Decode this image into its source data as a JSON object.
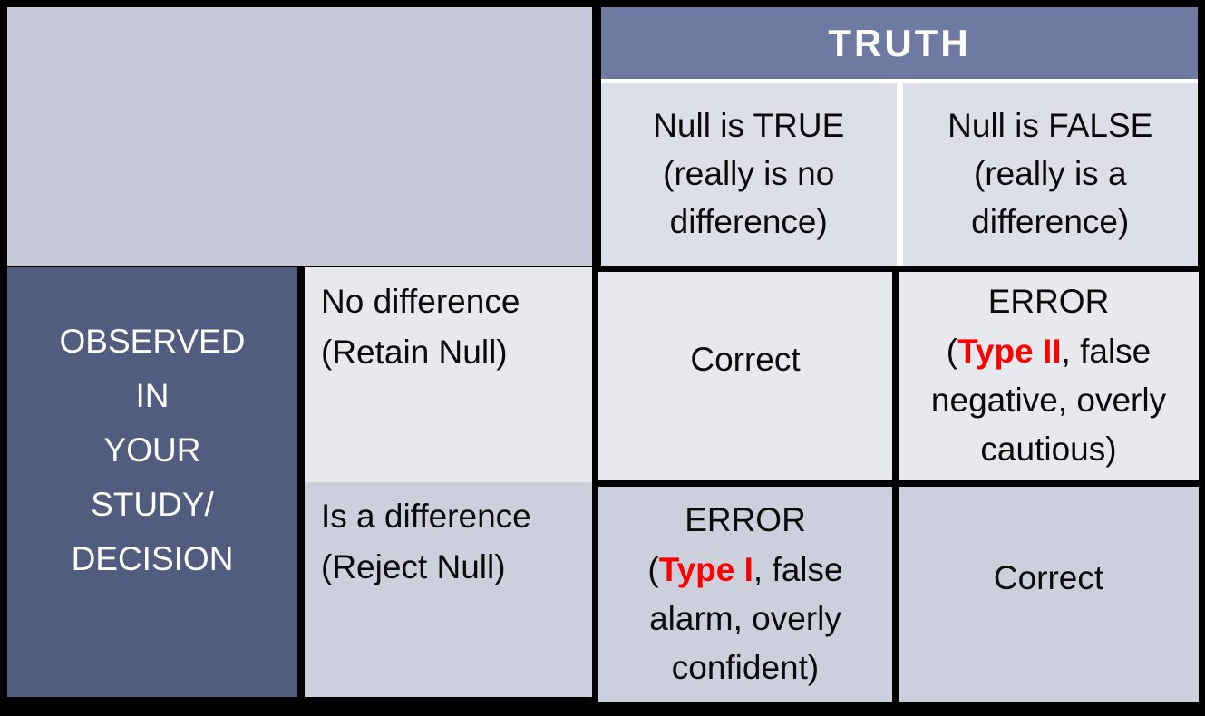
{
  "colors": {
    "frame": "#000000",
    "truth-bg": "#6f7aa2",
    "observed-bg": "#525c7e",
    "corner-bg": "#c6c9d7",
    "colhead-bg": "#dcdee8",
    "band-light": "#e8e9ee",
    "band-dark": "#ccd0dc",
    "header-text": "#ffffff",
    "body-text": "#0a0a0a",
    "error-red": "#ff0000",
    "separator": "#ffffff"
  },
  "truth": {
    "label": "TRUTH"
  },
  "observed": {
    "lines": [
      "OBSERVED",
      "IN",
      "YOUR",
      "STUDY/",
      "DECISION"
    ]
  },
  "columns": [
    {
      "lines": [
        "Null is TRUE",
        "(really is no",
        "difference)"
      ]
    },
    {
      "lines": [
        "Null is FALSE",
        "(really is a",
        "difference)"
      ]
    }
  ],
  "rows": [
    {
      "lines": [
        "No difference",
        "(Retain Null)"
      ]
    },
    {
      "lines": [
        "Is a difference",
        "(Reject Null)"
      ]
    }
  ],
  "cells": {
    "retain_true": {
      "text": "Correct"
    },
    "retain_false": {
      "title": "ERROR",
      "pre": "(",
      "type": "Type II",
      "post": ", false negative, overly cautious)"
    },
    "reject_true": {
      "title": "ERROR",
      "pre": "(",
      "type": "Type I",
      "post": ", false alarm, overly confident)"
    },
    "reject_false": {
      "text": "Correct"
    }
  }
}
